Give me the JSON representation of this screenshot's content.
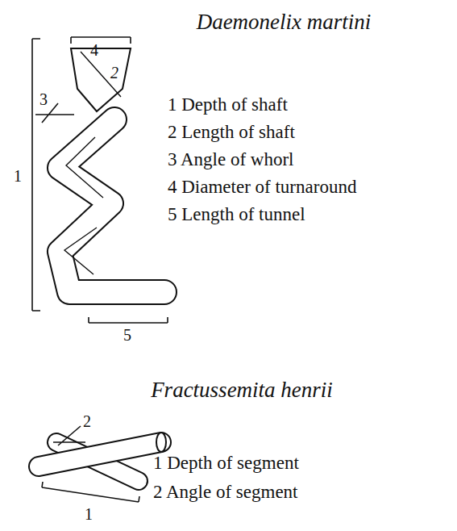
{
  "diagram": {
    "title": "Daemonelix martini",
    "labels": [
      "4",
      "2",
      "3",
      "1",
      "5",
      "1 Depth of shaft",
      "2 Length of shaft",
      "3 Angle of whorl",
      "4 Diameter of turnaround",
      "5 Length of tunnel",
      "Fractussemita henrii",
      "2",
      "1",
      "1 Depth of segment",
      "2 Angle of segment"
    ]
  }
}
